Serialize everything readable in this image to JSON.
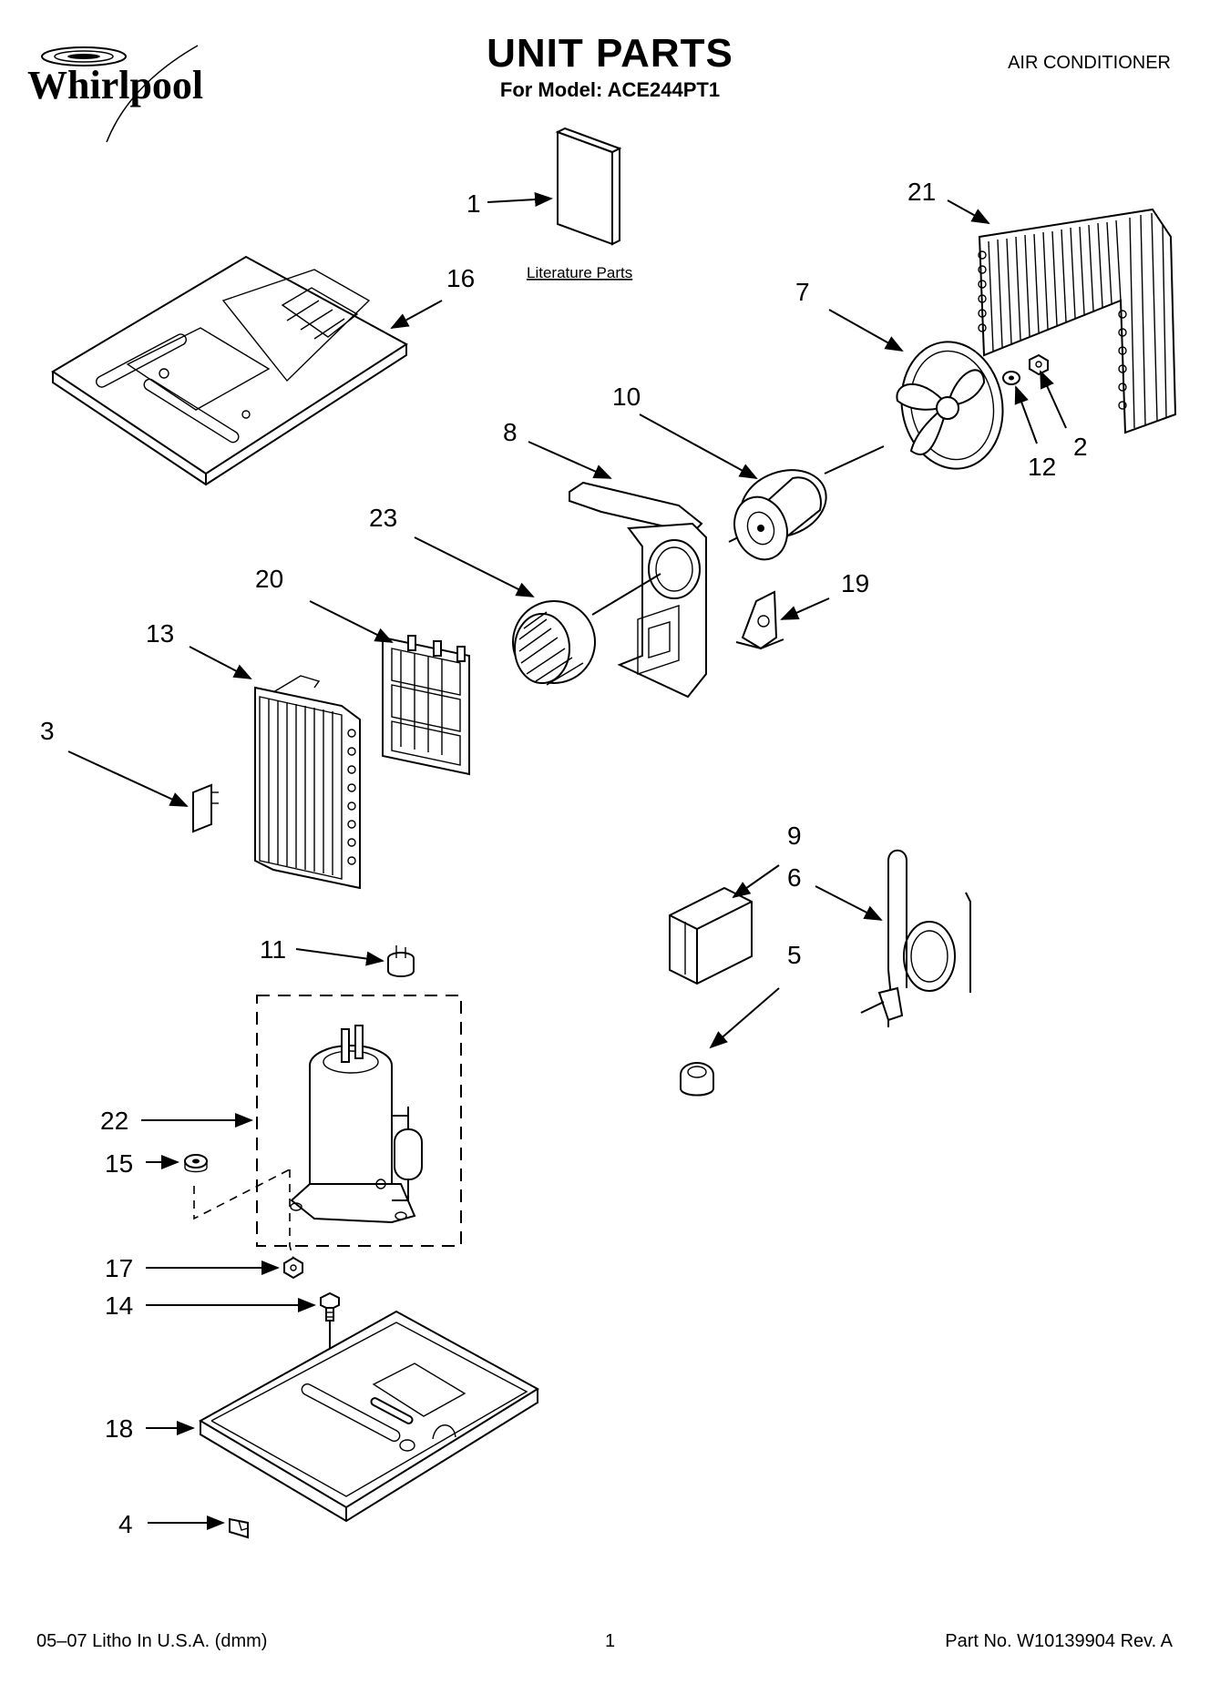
{
  "header": {
    "brand": "Whirlpool",
    "title": "UNIT PARTS",
    "subtitle": "For Model: ACE244PT1",
    "category": "AIR CONDITIONER"
  },
  "footer": {
    "left": "05–07 Litho In U.S.A. (dmm)",
    "page": "1",
    "right": "Part No. W10139904 Rev. A"
  },
  "diagram": {
    "literature_caption": "Literature Parts",
    "callouts": [
      "1",
      "2",
      "3",
      "4",
      "5",
      "6",
      "7",
      "8",
      "9",
      "10",
      "11",
      "12",
      "13",
      "14",
      "15",
      "16",
      "17",
      "18",
      "19",
      "20",
      "21",
      "22",
      "23"
    ]
  }
}
